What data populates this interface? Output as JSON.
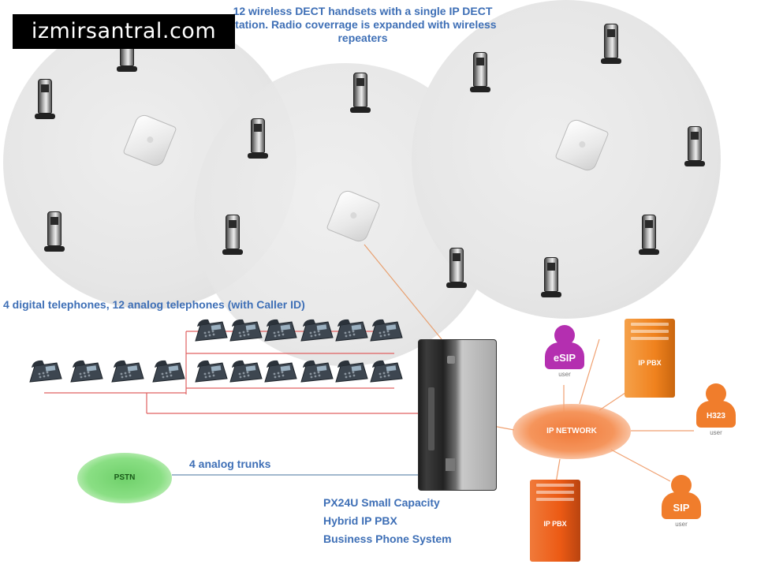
{
  "watermark": "izmirsantral.com",
  "captions": {
    "top_line1": "12 wireless DECT handsets with a single IP DECT",
    "top_line2": "station. Radio coverrage is expanded with wireless",
    "top_line3": "repeaters",
    "digital": "4 digital telephones, 12 analog telephones (with Caller ID)",
    "trunks": "4 analog trunks",
    "pbx_line1": "PX24U Small Capacity",
    "pbx_line2": "Hybrid IP PBX",
    "pbx_line3": "Business Phone System"
  },
  "nodes": {
    "pstn": "PSTN",
    "ip_network": "IP NETWORK",
    "esip_user": {
      "title": "eSIP",
      "sub": "user"
    },
    "sip_user": {
      "title": "SIP",
      "sub": "user"
    },
    "h323_user": {
      "title": "H323",
      "sub": "user"
    },
    "server_top": "IP PBX",
    "server_bottom": "IP PBX"
  },
  "colors": {
    "caption_blue": "#3e6fb6",
    "line_red": "#e06060",
    "esip_purple": "#b42fb0",
    "user_orange": "#f07d2c",
    "server_orange": "#f0821e",
    "server_red": "#ec5a14"
  },
  "icons": {
    "dect_handset": "dect-handset-icon",
    "access_point": "dect-access-point-icon",
    "desk_phone": "desk-phone-icon",
    "user": "user-icon",
    "server": "server-icon"
  }
}
